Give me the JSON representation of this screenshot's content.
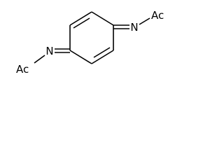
{
  "molecule": {
    "atoms": {
      "n_right": "N",
      "ac_right": "Ac",
      "n_left": "N",
      "ac_left": "Ac"
    }
  },
  "colors": {
    "background": "#ffffff",
    "bond": "#000000",
    "label": "#000000"
  }
}
